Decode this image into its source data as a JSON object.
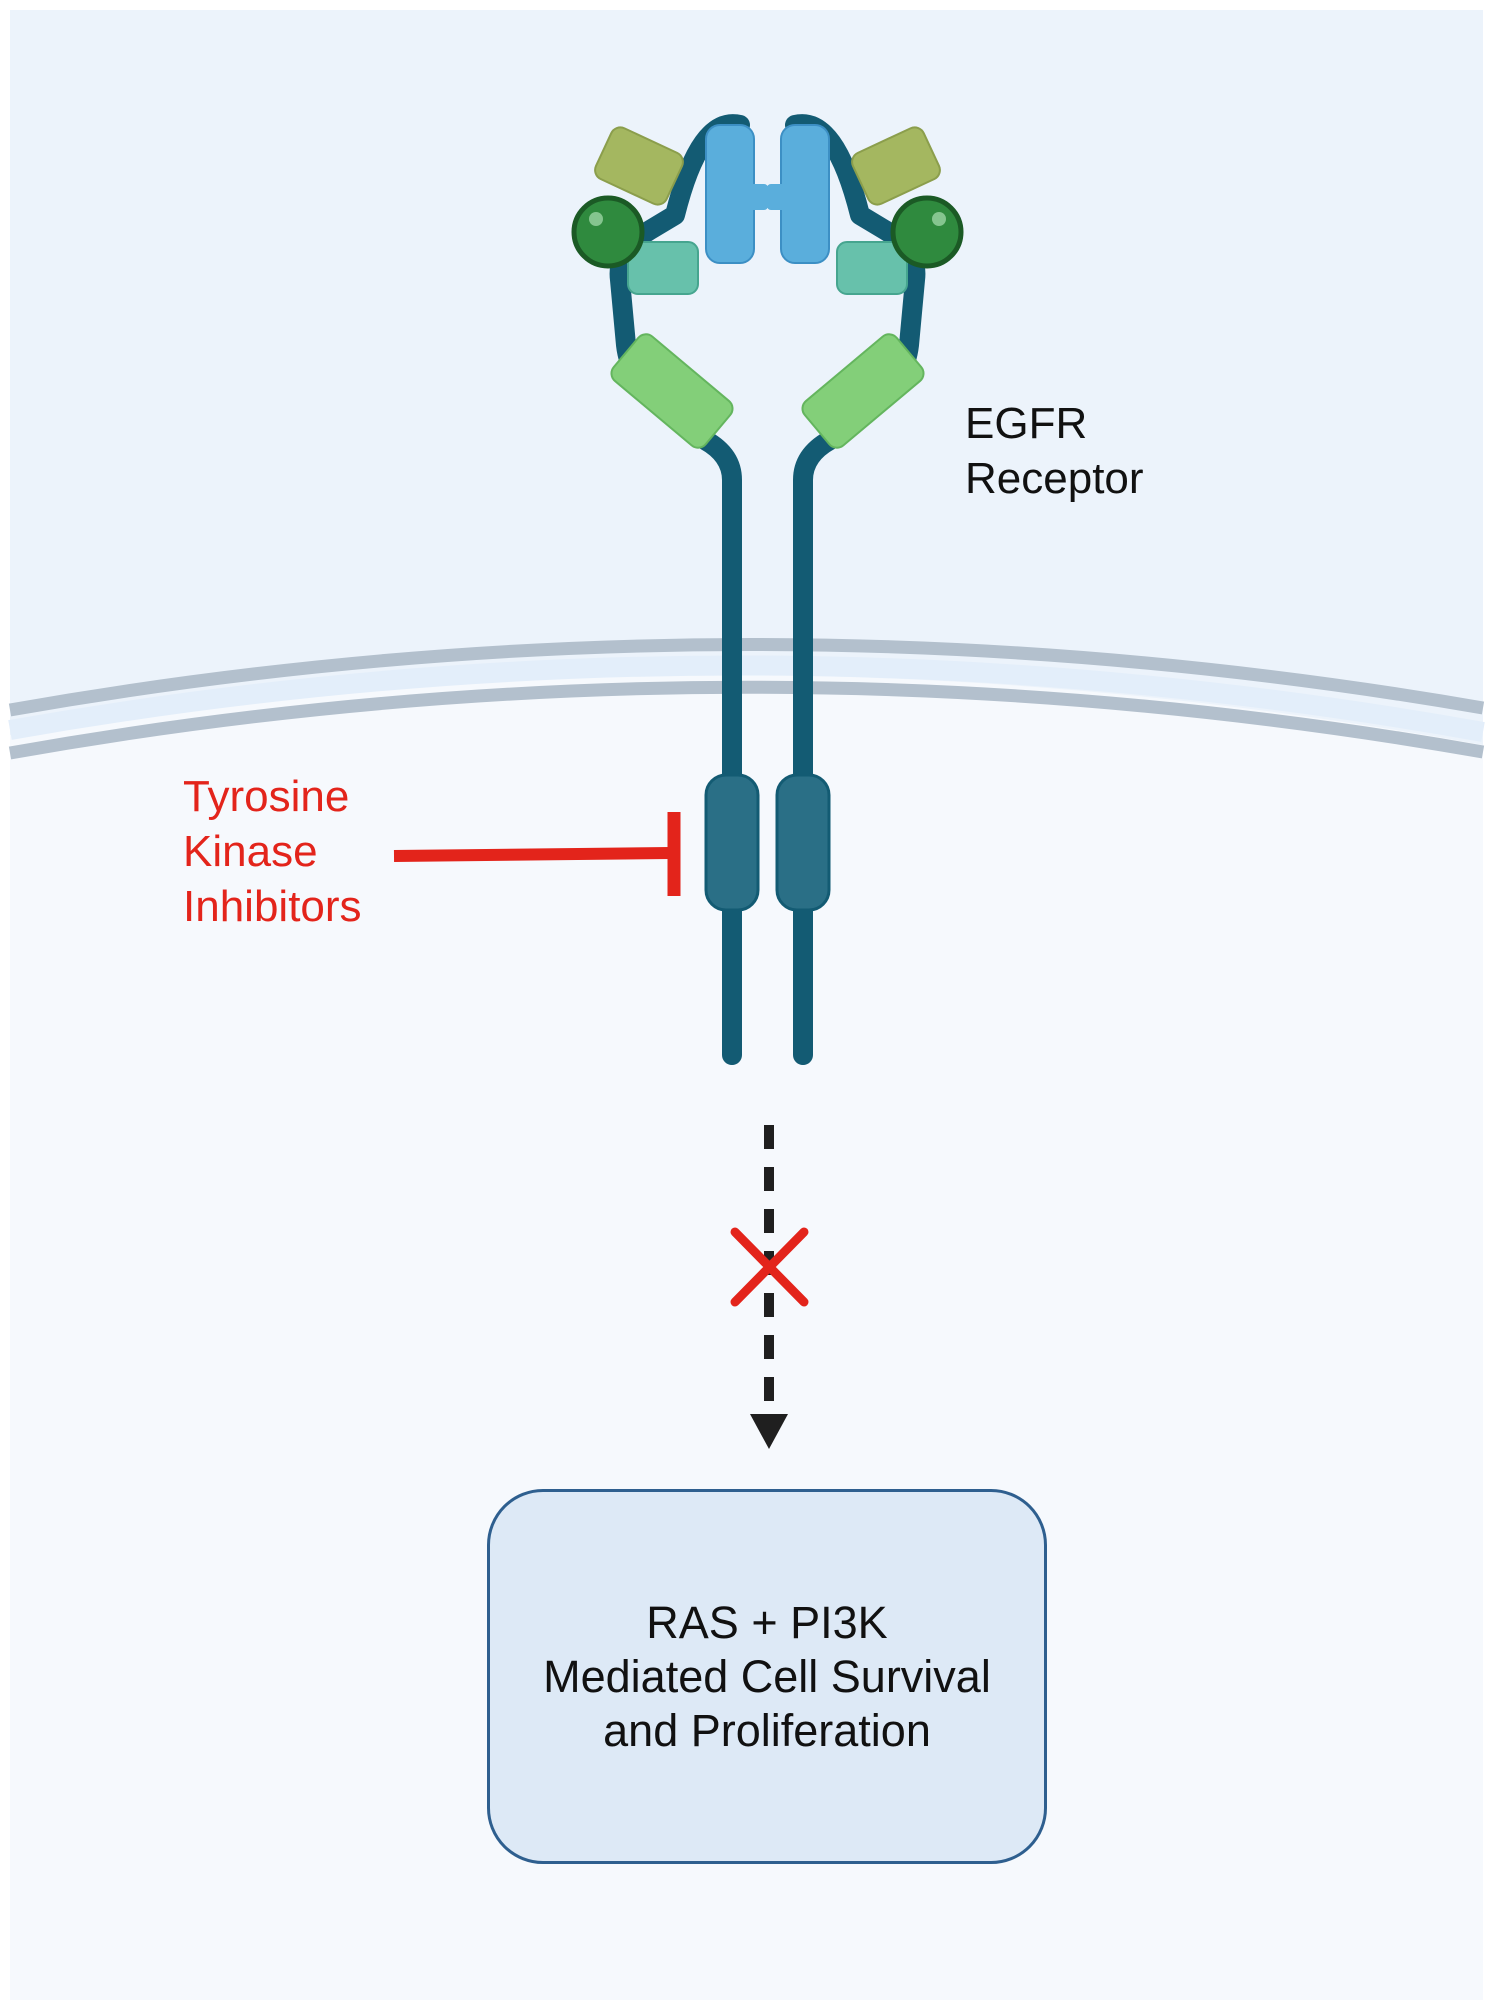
{
  "receptor_label": {
    "line1": "EGFR",
    "line2": "Receptor"
  },
  "inhibitor_label": {
    "line1": "Tyrosine",
    "line2": "Kinase",
    "line3": "Inhibitors"
  },
  "outcome_box": {
    "line1": "RAS + PI3K",
    "line2": "Mediated Cell Survival",
    "line3": "and Proliferation"
  },
  "colors": {
    "extracellular": "#ecf3fb",
    "intracellular": "#f6f9fd",
    "membrane": "#b3c0cd",
    "receptor_chain": "#135b73",
    "kinase_domain": "#2a6f86",
    "inhibitor_red": "#e3241b",
    "outcome_box_fill": "#dde9f6",
    "outcome_box_border": "#2e5f8f"
  },
  "icons": {
    "blocked_pathway": "x-icon",
    "inhibition_arrow": "t-bar-icon"
  }
}
